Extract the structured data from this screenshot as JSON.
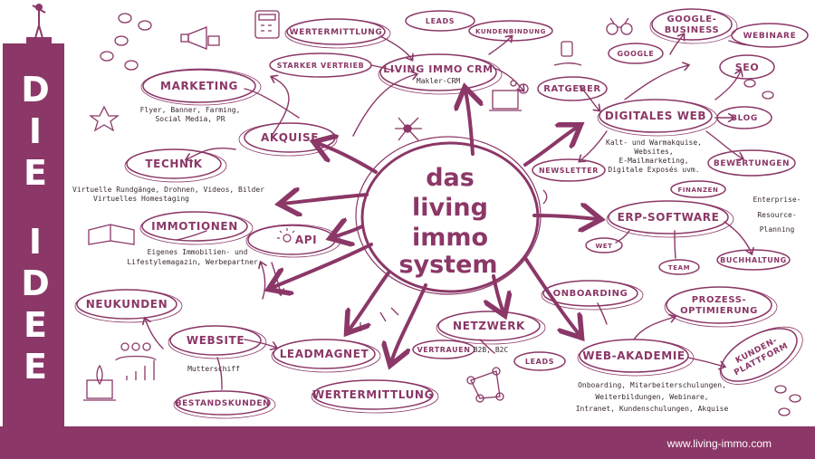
{
  "sidebar": {
    "letters": [
      "D",
      "I",
      "E",
      "",
      "I",
      "D",
      "E",
      "E"
    ]
  },
  "center": {
    "lines": [
      "das",
      "living",
      "immo",
      "system"
    ]
  },
  "nodes": {
    "marketing": "MARKETING",
    "akquise": "AKQUISE",
    "technik": "TECHNIK",
    "immotionen": "IMMOTIONEN",
    "api": "API",
    "neukunden": "NEUKUNDEN",
    "website": "WEBSITE",
    "bestandskunden": "BESTANDSKUNDEN",
    "leadmagnet": "LEADMAGNET",
    "wertermittlung_bottom": "WERTERMITTLUNG",
    "netzwerk": "NETZWERK",
    "vertrauen": "VERTRAUEN",
    "b2b_b2c": "B2B, B2C",
    "leads_bottom": "LEADS",
    "web_akademie": "WEB-AKADEMIE",
    "onboarding": "ONBOARDING",
    "prozess_optimierung_1": "PROZESS-",
    "prozess_optimierung_2": "OPTIMIERUNG",
    "kunden_plattform_1": "KUNDEN-",
    "kunden_plattform_2": "PLATTFORM",
    "erp_software": "ERP-SOFTWARE",
    "wet": "WET",
    "team": "TEAM",
    "buchhaltung": "BUCHHALTUNG",
    "finanzen": "FINANZEN",
    "digitales_web": "DIGITALES WEB",
    "newsletter": "NEWSLETTER",
    "bewertungen": "BEWERTUNGEN",
    "blog": "BLOG",
    "seo": "SEO",
    "webinare": "WEBINARE",
    "google_business_1": "GOOGLE-",
    "google_business_2": "BUSINESS",
    "google": "GOOGLE",
    "ratgeber": "RATGEBER",
    "living_immo_crm": "LIVING IMMO CRM",
    "makler_crm": "Makler-CRM",
    "wertermittlung_top": "WERTERMITTLUNG",
    "starker_vertrieb": "STARKER VERTRIEB",
    "leads_top": "LEADS",
    "kundenbindung": "KUNDENBINDUNG"
  },
  "notes": {
    "marketing": [
      "Flyer, Banner, Farming,",
      "Social Media, PR"
    ],
    "technik": [
      "Virtuelle Rundgänge, Drohnen, Videos, Bilder",
      "Virtuelles Homestaging"
    ],
    "immotionen": [
      "Eigenes Immobilien- und",
      "Lifestylemagazin, Werbepartner,"
    ],
    "website": [
      "Mutterschiff"
    ],
    "digitales_web": [
      "Kalt- und Warmakquise,",
      "Websites,",
      "E-Mailmarketing,",
      "Digitale Exposés uvm."
    ],
    "erp": [
      "Enterprise-",
      "Resource-",
      "Planning"
    ],
    "web_akademie": [
      "Onboarding, Mitarbeiterschulungen,",
      "Weiterbildungen, Webinare,",
      "Intranet, Kundenschulungen, Akquise"
    ]
  },
  "footer": {
    "url": "www.living-immo.com"
  },
  "colors": {
    "brand": "#8b3767",
    "ink": "#3a2a33",
    "background": "#ffffff"
  }
}
